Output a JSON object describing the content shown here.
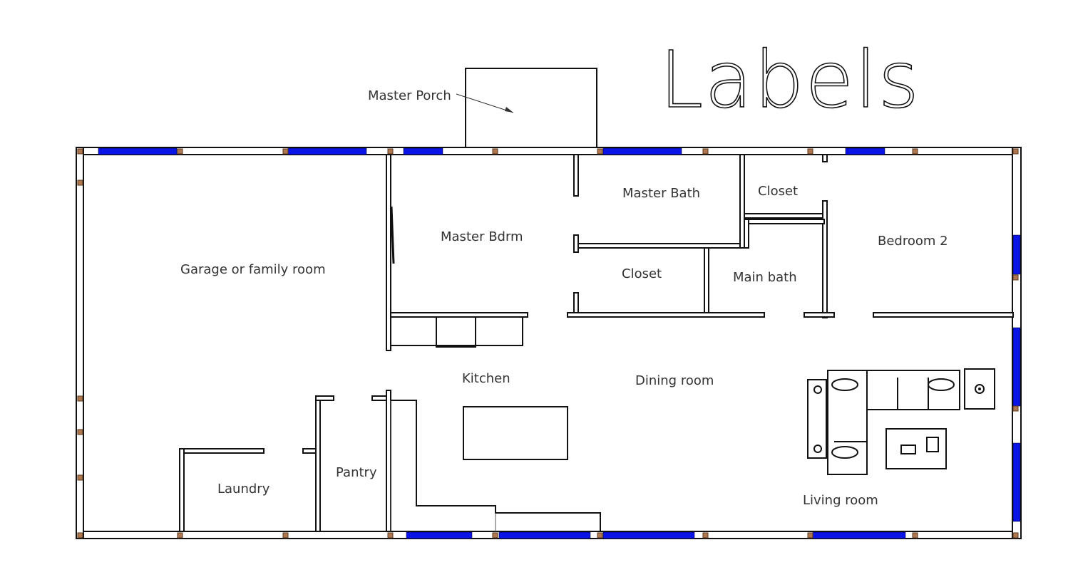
{
  "title": "Labels",
  "rooms": {
    "master_porch": "Master Porch",
    "master_bath": "Master Bath",
    "closet_top": "Closet",
    "master_bdrm": "Master Bdrm",
    "bedroom_2": "Bedroom 2",
    "garage": "Garage or family room",
    "closet_mid": "Closet",
    "main_bath": "Main bath",
    "kitchen": "Kitchen",
    "dining_room": "Dining room",
    "pantry": "Pantry",
    "laundry": "Laundry",
    "living_room": "Living room"
  },
  "colors": {
    "window": "#0a14e6",
    "post": "#b07850",
    "wall": "#111111"
  }
}
